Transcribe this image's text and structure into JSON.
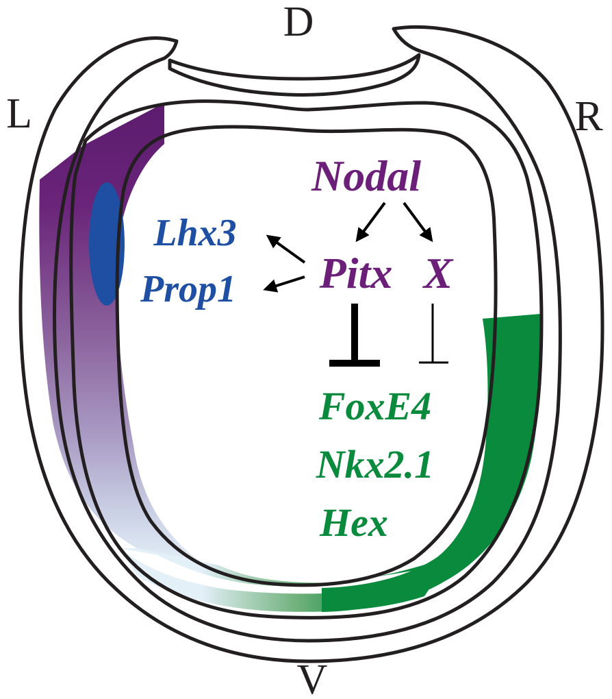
{
  "axes": {
    "dorsal": "D",
    "ventral": "V",
    "left": "L",
    "right": "R"
  },
  "genes": {
    "nodal": "Nodal",
    "pitx": "Pitx",
    "x": "X",
    "lhx3": "Lhx3",
    "prop1": "Prop1",
    "foxe4": "FoxE4",
    "nkx21": "Nkx2.1",
    "hex": "Hex"
  },
  "colors": {
    "outline": "#231f20",
    "purple_dark": "#5c1c6e",
    "purple_text": "#6b1f78",
    "blue": "#1f4fa3",
    "green": "#0a8a3c",
    "pale_blue": "#e4f0f8",
    "arrow": "#000000"
  },
  "regulatory_links": [
    {
      "from": "Nodal",
      "to": "Pitx",
      "type": "activation"
    },
    {
      "from": "Nodal",
      "to": "X",
      "type": "activation"
    },
    {
      "from": "Pitx",
      "to": "Lhx3",
      "type": "activation"
    },
    {
      "from": "Pitx",
      "to": "Prop1",
      "type": "activation"
    },
    {
      "from": "Pitx",
      "to": "FoxE4 / Nkx2.1 / Hex",
      "type": "inhibition",
      "strength": "strong"
    },
    {
      "from": "X",
      "to": "FoxE4 / Nkx2.1 / Hex",
      "type": "inhibition",
      "strength": "weak"
    }
  ]
}
